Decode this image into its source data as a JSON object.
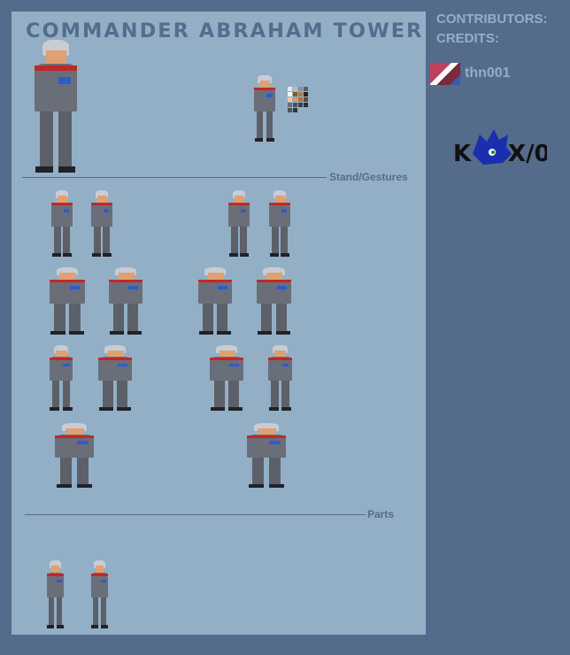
{
  "sheet": {
    "title": "COMMANDER ABRAHAM TOWER",
    "sections": [
      {
        "label": "Stand/Gestures"
      },
      {
        "label": "Parts"
      }
    ],
    "palette": [
      "#e8e8f0",
      "#b8bcc8",
      "#8c909c",
      "#5c6068",
      "#f8f8f8",
      "#8a5a2a",
      "#a08050",
      "#20242c",
      "#f0c8a0",
      "#d89868",
      "#b87040",
      "#7a4020",
      "#6a6e78",
      "#4a4e58",
      "#3a3e48",
      "#2a2e38",
      "#50545c",
      "#30343c"
    ]
  },
  "sidebar": {
    "contributors_label": "CONTRIBUTORS:",
    "credits_label": "CREDITS:",
    "credit_user": "thn001"
  }
}
